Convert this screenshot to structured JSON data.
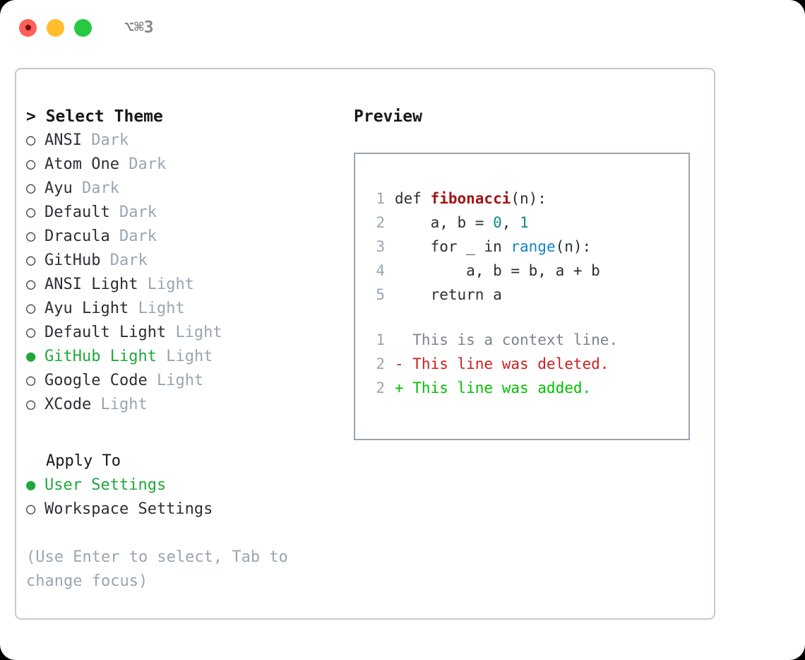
{
  "titlebar": {
    "shortcut": "⌥⌘3",
    "lights": [
      {
        "name": "close",
        "color": "#ff5f57"
      },
      {
        "name": "minimize",
        "color": "#ffbd2e"
      },
      {
        "name": "maximize",
        "color": "#28c840"
      }
    ]
  },
  "left": {
    "title": "> Select Theme",
    "themes": [
      {
        "bullet": "○",
        "name": "ANSI",
        "variant": "Dark",
        "selected": false
      },
      {
        "bullet": "○",
        "name": "Atom One",
        "variant": "Dark",
        "selected": false
      },
      {
        "bullet": "○",
        "name": "Ayu",
        "variant": "Dark",
        "selected": false
      },
      {
        "bullet": "○",
        "name": "Default",
        "variant": "Dark",
        "selected": false
      },
      {
        "bullet": "○",
        "name": "Dracula",
        "variant": "Dark",
        "selected": false
      },
      {
        "bullet": "○",
        "name": "GitHub",
        "variant": "Dark",
        "selected": false
      },
      {
        "bullet": "○",
        "name": "ANSI Light",
        "variant": "Light",
        "selected": false
      },
      {
        "bullet": "○",
        "name": "Ayu Light",
        "variant": "Light",
        "selected": false
      },
      {
        "bullet": "○",
        "name": "Default Light",
        "variant": "Light",
        "selected": false
      },
      {
        "bullet": "●",
        "name": "GitHub Light",
        "variant": "Light",
        "selected": true
      },
      {
        "bullet": "○",
        "name": "Google Code",
        "variant": "Light",
        "selected": false
      },
      {
        "bullet": "○",
        "name": "XCode",
        "variant": "Light",
        "selected": false
      }
    ],
    "apply_to_label": "Apply To",
    "apply_to": [
      {
        "bullet": "●",
        "name": "User Settings",
        "selected": true
      },
      {
        "bullet": "○",
        "name": "Workspace Settings",
        "selected": false
      }
    ],
    "hint": "(Use Enter to select, Tab to change focus)"
  },
  "right": {
    "title": "Preview",
    "code_lines": [
      {
        "no": "1",
        "tokens": [
          {
            "t": "def ",
            "c": "plain"
          },
          {
            "t": "fibonacci",
            "c": "fn"
          },
          {
            "t": "(n):",
            "c": "plain"
          }
        ]
      },
      {
        "no": "2",
        "tokens": [
          {
            "t": "    a, b = ",
            "c": "plain"
          },
          {
            "t": "0",
            "c": "num"
          },
          {
            "t": ", ",
            "c": "plain"
          },
          {
            "t": "1",
            "c": "num"
          }
        ]
      },
      {
        "no": "3",
        "tokens": [
          {
            "t": "    for _ in ",
            "c": "plain"
          },
          {
            "t": "range",
            "c": "call"
          },
          {
            "t": "(n):",
            "c": "plain"
          }
        ]
      },
      {
        "no": "4",
        "tokens": [
          {
            "t": "        a, b = b, a + b",
            "c": "plain"
          }
        ]
      },
      {
        "no": "5",
        "tokens": [
          {
            "t": "    return a",
            "c": "plain"
          }
        ]
      }
    ],
    "diff_lines": [
      {
        "no": "1",
        "text": "  This is a context line.",
        "kind": "ctx"
      },
      {
        "no": "2",
        "text": "- This line was deleted.",
        "kind": "del"
      },
      {
        "no": "2",
        "text": "+ This line was added.",
        "kind": "add"
      }
    ]
  },
  "colors": {
    "accent_green": "#1ea83c",
    "muted": "#9aa5b1",
    "diff_add": "#00c000",
    "diff_del": "#cc1f1f",
    "syntax_function": "#a31515",
    "syntax_number": "#0f8b8d",
    "syntax_call": "#1184c4"
  }
}
